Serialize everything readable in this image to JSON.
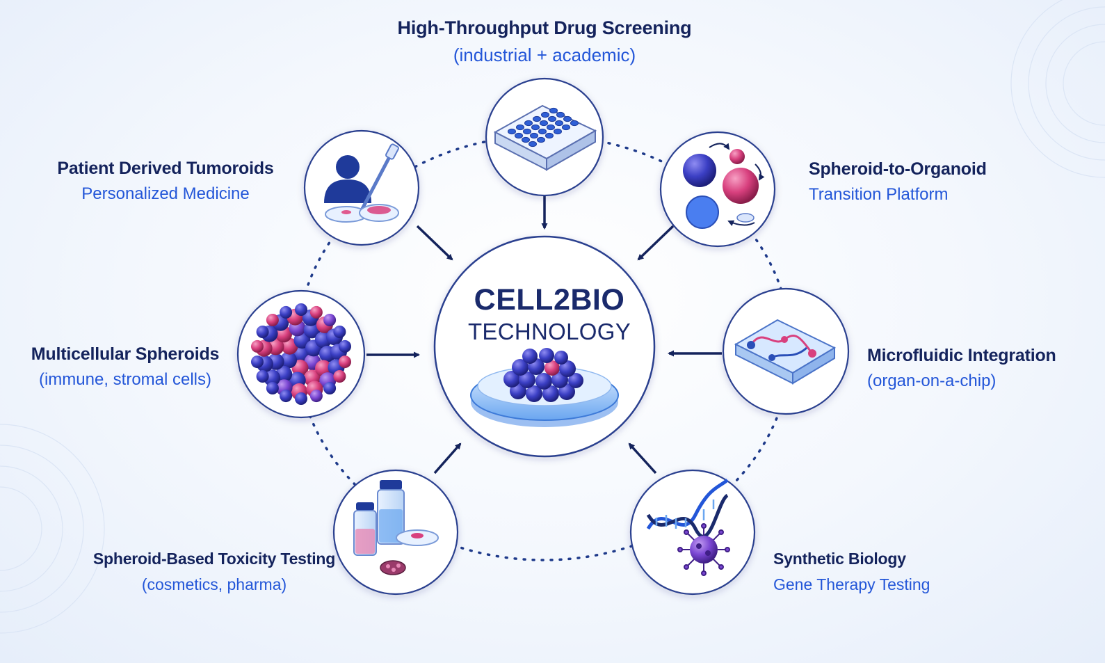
{
  "center": {
    "line1": "CELL2BIO",
    "line2": "TECHNOLOGY"
  },
  "nodes": {
    "drug_screening": {
      "title": "High-Throughput Drug Screening",
      "subtitle": "(industrial + academic)",
      "icon": "well-plate-icon"
    },
    "tumoroids": {
      "title": "Patient Derived Tumoroids",
      "subtitle": "Personalized Medicine",
      "icon": "patient-pipette-icon"
    },
    "organoid": {
      "title": "Spheroid-to-Organoid",
      "subtitle": "Transition Platform",
      "icon": "spheroid-cycle-icon"
    },
    "spheroids": {
      "title": "Multicellular Spheroids",
      "subtitle": "(immune, stromal cells)",
      "icon": "spheroid-icon"
    },
    "microfluidic": {
      "title": "Microfluidic Integration",
      "subtitle": "(organ-on-a-chip)",
      "icon": "microfluidic-chip-icon"
    },
    "toxicity": {
      "title": "Spheroid-Based Toxicity Testing",
      "subtitle": "(cosmetics, pharma)",
      "icon": "vials-icon"
    },
    "synbio": {
      "title": "Synthetic Biology",
      "subtitle": "Gene Therapy Testing",
      "icon": "dna-virus-icon"
    }
  },
  "colors": {
    "navy": "#14235c",
    "accent_blue": "#2356d8",
    "circle_border": "#2a3f8f",
    "spheroid_blue": "#3b3fc4",
    "spheroid_pink": "#d8407e"
  }
}
